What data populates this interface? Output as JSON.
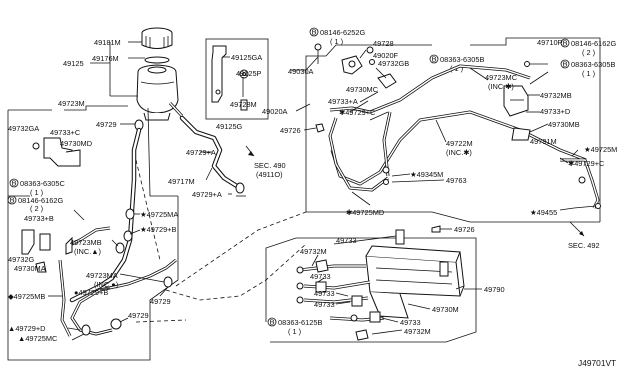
{
  "diagram_id": "J49701VT",
  "labels": {
    "p49181M": "49181M",
    "p49125": "49125",
    "p49176M": "49176M",
    "p08146_6252G": "08146-6252G",
    "p08146_6252G_qty": "( 1 )",
    "p49728": "49728",
    "p49020F": "49020F",
    "p49732GB": "49732GB",
    "p08363_6305B_a": "08363-6305B",
    "p08363_6305B_a_qty": "( 1 )",
    "p49710R": "49710R",
    "p08146_6162G_a": "08146-6162G",
    "p08146_6162G_a_qty": "( 2 )",
    "p08363_6305B_b": "08363-6305B",
    "p08363_6305B_b_qty": "( 1 )",
    "p49125GA": "49125GA",
    "p49125P": "49125P",
    "p49728M": "49728M",
    "p49125G": "49125G",
    "p49030A": "49030A",
    "p49020A": "49020A",
    "p49730MC": "49730MC",
    "p49733A_top": "49733+A",
    "p49729C": "✱49729+C",
    "p49726_a": "49726",
    "p49723MC": "49723MC",
    "p49723MC_inc": "(INC.✱)",
    "p49732MB": "49732MB",
    "p49733D": "49733+D",
    "p49730MB": "49730MB",
    "p49791M": "49791M",
    "p49725M": "★49725M",
    "p49729C_r": "✱49729+C",
    "p49722M": "49722M",
    "p49722M_inc": "(INC.✱)",
    "p49345M": "★49345M",
    "p49763": "49763",
    "p49725MD": "✱49725MD",
    "p49726_b": "49726",
    "p49455": "★49455",
    "sec492": "SEC. 492",
    "sec490": "SEC. 490",
    "sec490_sub": "(4911O)",
    "p49723M": "49723M",
    "p49729_a": "49729",
    "p49729A_a": "49729+A",
    "p49717M": "49717M",
    "p49729A_b": "49729+A",
    "p49732GA": "49732GA",
    "p49733C": "49733+C",
    "p49730MD": "49730MD",
    "p08363_6305C": "08363-6305C",
    "p08363_6305C_qty": "( 1 )",
    "p08146_6162G_b": "08146-6162G",
    "p08146_6162G_b_qty": "( 2 )",
    "p49733B": "49733+B",
    "p49732G": "49732G",
    "p49730MA": "49730MA",
    "p49723MB": "49723MB",
    "p49723MB_inc": "(INC.▲)",
    "p49725MA": "★49725MA",
    "p49729B_a": "★49729+B",
    "p49723MA": "49723MA",
    "p49723MA_inc": "(INC.●)",
    "p49729B_b": "●49729+B",
    "p49725MB": "◆49725MB",
    "p49729D": "▲49729+D",
    "p49725MC": "▲49725MC",
    "p49729_b": "49729",
    "p49729_c": "49729",
    "p49733_a": "49733",
    "p49732M_a": "49732M",
    "p49733_b": "49733",
    "p49733_c": "49733",
    "p49733_d": "49733",
    "p49790": "49790",
    "p49730M": "49730M",
    "p49733_e": "49733",
    "p49732M_b": "49732M",
    "p08363_6125B": "08363-6125B",
    "p08363_6125B_qty": "( 1 )",
    "circle_b": "B"
  }
}
